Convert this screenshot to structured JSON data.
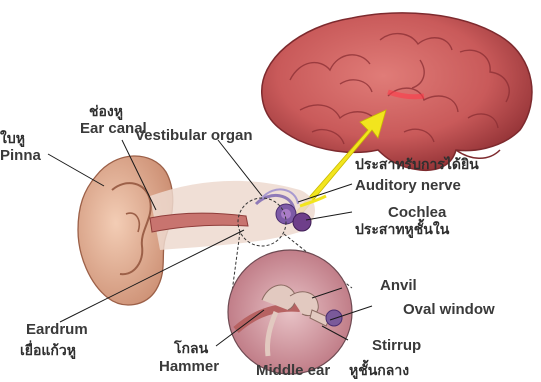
{
  "labels": {
    "ear_canal_thai": "ช่องหู",
    "ear_canal": "Ear canal",
    "pinna_thai": "ใบหู",
    "pinna": "Pinna",
    "vestibular_organ": "Vestibular organ",
    "auditory_nerve_thai": "ประสาทรับการได้ยิน",
    "auditory_nerve": "Auditory nerve",
    "cochlea": "Cochlea",
    "cochlea_thai": "ประสาทหูชั้นใน",
    "anvil": "Anvil",
    "oval_window": "Oval window",
    "eardrum": "Eardrum",
    "eardrum_thai": "เยื่อแก้วหู",
    "hammer_thai": "โกลน",
    "hammer": "Hammer",
    "middle_ear": "Middle ear",
    "middle_ear_thai": "หูชั้นกลาง",
    "stirrup": "Stirrup"
  },
  "colors": {
    "brain": "#c95a5a",
    "brain_dark": "#8e2f33",
    "skin": "#e8b59a",
    "skin_dark": "#c98a6e",
    "ear_canal": "#c8746f",
    "nerve_arrow": "#f2e51e",
    "inset_bg": "#d9a1a9",
    "bone": "#e2c9c0",
    "leader": "#1a1a1a"
  }
}
